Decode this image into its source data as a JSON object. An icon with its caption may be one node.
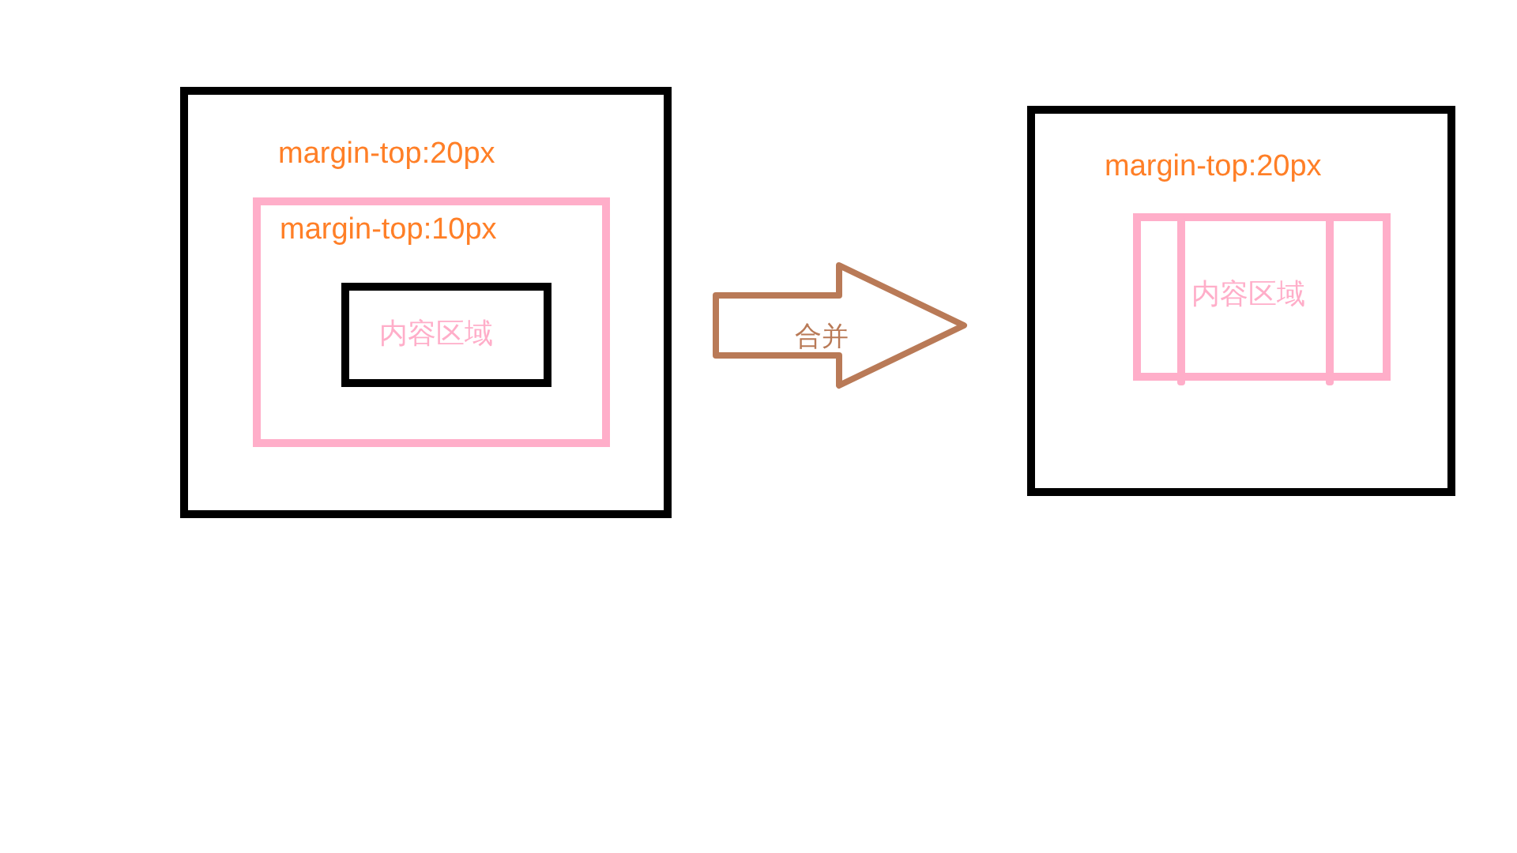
{
  "diagram": {
    "nodes": [
      {
        "text": [
          "margin-top:20px"
        ]
      },
      {
        "text": [
          "margin-top:10px"
        ],
        "in": 0
      },
      {
        "text": [
          "内容区域"
        ],
        "in": 1
      },
      {
        "text": [
          "margin-top:20px"
        ]
      },
      {
        "text": [
          "内容区域"
        ],
        "in": 3
      }
    ],
    "edges": [
      {
        "from": 0,
        "to": 3,
        "arrow": "to",
        "label": "合并"
      }
    ]
  }
}
